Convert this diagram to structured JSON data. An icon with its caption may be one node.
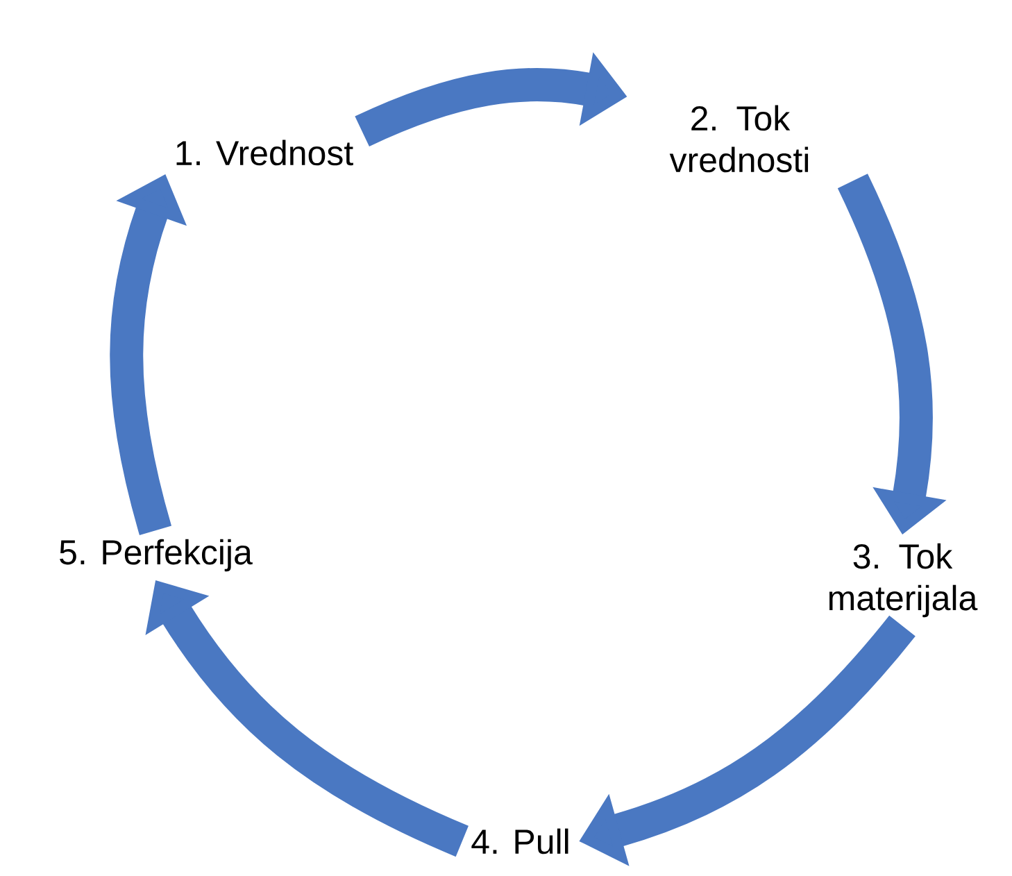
{
  "diagram": {
    "nodes": [
      {
        "text": [
          "1. Vrednost"
        ]
      },
      {
        "text": [
          "2. Tok vrednosti"
        ]
      },
      {
        "text": [
          "3. Tok materijala"
        ]
      },
      {
        "text": [
          "4. Pull"
        ]
      },
      {
        "text": [
          "5. Perfekcija"
        ]
      }
    ],
    "edges": [
      {
        "from": 0,
        "to": 1,
        "arrow": "to"
      },
      {
        "from": 1,
        "to": 2,
        "arrow": "to"
      },
      {
        "from": 2,
        "to": 3,
        "arrow": "to"
      },
      {
        "from": 3,
        "to": 4,
        "arrow": "to"
      },
      {
        "from": 4,
        "to": 0,
        "arrow": "to"
      }
    ]
  }
}
